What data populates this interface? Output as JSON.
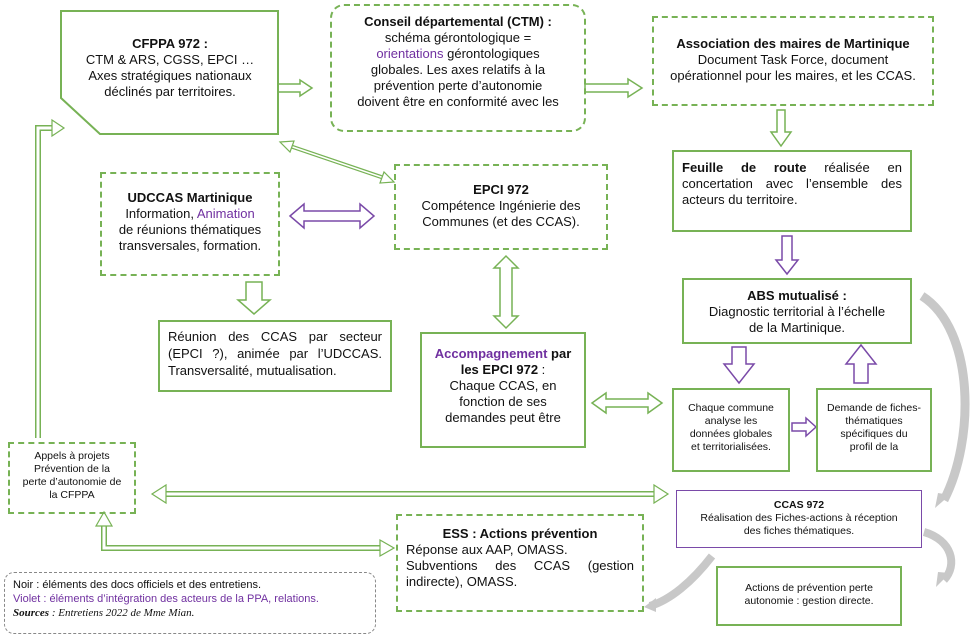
{
  "cfppa": {
    "title": "CFPPA 972 :",
    "line1": "CTM & ARS, CGSS, EPCI …",
    "line2": "Axes stratégiques nationaux",
    "line3": "déclinés par territoires."
  },
  "ctm": {
    "title": "Conseil départemental (CTM) :",
    "line1": "schéma gérontologique =",
    "highlight": "orientations",
    "line2b": " gérontologiques",
    "line3": "globales. Les axes relatifs à la",
    "line4": "prévention perte d’autonomie",
    "line5": "doivent être en conformité avec les"
  },
  "maires": {
    "title": "Association des maires de Martinique",
    "line1": "Document Task Force, document",
    "line2": "opérationnel pour les maires, et les CCAS."
  },
  "feuille": {
    "title": "Feuille de route",
    "text": " réalisée en concertation avec l’ensemble des acteurs du territoire."
  },
  "udccas": {
    "title": "UDCCAS Martinique",
    "line1a": "Information, ",
    "highlight": "Animation",
    "line2": "de réunions thématiques",
    "line3": "transversales, formation."
  },
  "epci": {
    "title": "EPCI 972",
    "line1": "Compétence Ingénierie des",
    "line2": "Communes (et des CCAS)."
  },
  "abs": {
    "title": "ABS mutualisé :",
    "line1": "Diagnostic territorial à l’échelle",
    "line2": "de la Martinique."
  },
  "reunion": {
    "text": "Réunion des CCAS par secteur (EPCI ?), animée par l’UDCCAS. Transversalité, mutualisation."
  },
  "accomp": {
    "highlight": "Accompagnement",
    "title2": " par",
    "title3": "les EPCI 972",
    "colon": " :",
    "line1": "Chaque CCAS, en",
    "line2": "fonction de ses",
    "line3": "demandes peut être"
  },
  "commune": {
    "line1": "Chaque commune",
    "line2": "analyse les",
    "line3": "données globales",
    "line4": "et territorialisées."
  },
  "demande": {
    "line1": "Demande de fiches-",
    "line2": "thématiques",
    "line3": "spécifiques du",
    "line4": "profil de la"
  },
  "appels": {
    "line1": "Appels à projets",
    "line2": "Prévention de la",
    "line3": "perte d’autonomie de",
    "line4": "la CFPPA"
  },
  "ccas972": {
    "title": "CCAS 972",
    "line1": "Réalisation des Fiches-actions à réception",
    "line2": "des fiches thématiques."
  },
  "ess": {
    "title": "ESS : Actions prévention",
    "line1": "Réponse aux AAP, OMASS.",
    "line2": "Subventions des CCAS (gestion indirecte), OMASS."
  },
  "actions": {
    "line1": "Actions de prévention perte",
    "line2": "autonomie : gestion directe."
  },
  "legend": {
    "black": "Noir : éléments des docs officiels et des entretiens.",
    "violet": "Violet : éléments d’intégration des acteurs de la PPA, relations.",
    "sources_label": "Sources",
    "sources_text": " : Entretiens 2022 de Mme Mian."
  },
  "colors": {
    "green": "#77b255",
    "purple": "#7030a0",
    "grey_curve": "#c8c8c8"
  }
}
